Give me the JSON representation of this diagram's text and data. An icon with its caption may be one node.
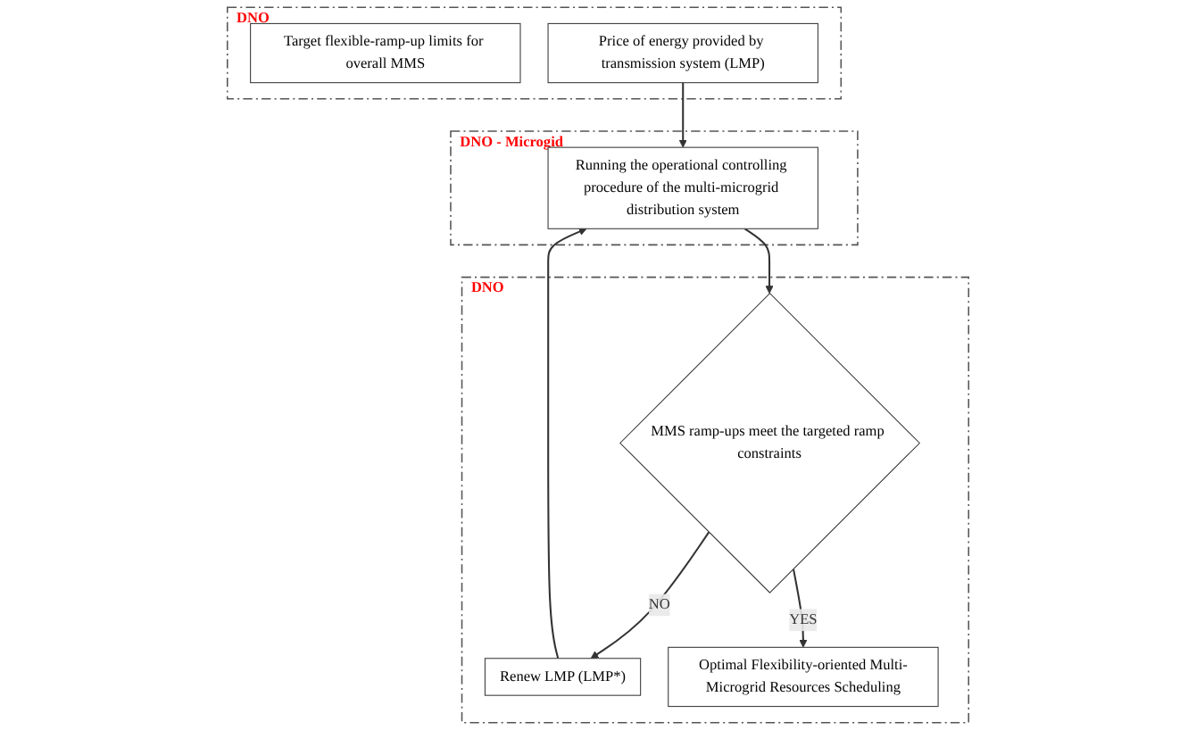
{
  "diagram": {
    "nodes": [
      {
        "text": [
          "DNO"
        ]
      },
      {
        "text": [
          "Target flexible-ramp-up limits for overall MMS"
        ],
        "in": 0
      },
      {
        "text": [
          "Price of energy provided by transmission system (LMP)"
        ],
        "in": 0
      },
      {
        "text": [
          "DNO - Microgid"
        ]
      },
      {
        "text": [
          "Running the operational controlling procedure of the multi-microgrid distribution system"
        ],
        "in": 3
      },
      {
        "text": [
          "DNO"
        ]
      },
      {
        "text": [
          "MMS ramp-ups meet the targeted ramp constraints"
        ],
        "in": 5
      },
      {
        "text": [
          "Renew LMP (LMP*)"
        ],
        "in": 5
      },
      {
        "text": [
          "Optimal Flexibility-oriented Multi-Microgrid Resources Scheduling"
        ],
        "in": 5
      }
    ],
    "edges": [
      {
        "from": 2,
        "to": 4,
        "arrow": "to"
      },
      {
        "from": 4,
        "to": 6,
        "arrow": "to"
      },
      {
        "from": 6,
        "to": 7,
        "arrow": "to",
        "label": "NO"
      },
      {
        "from": 7,
        "to": 4,
        "arrow": "to"
      },
      {
        "from": 6,
        "to": 8,
        "arrow": "to",
        "label": "YES"
      }
    ]
  }
}
